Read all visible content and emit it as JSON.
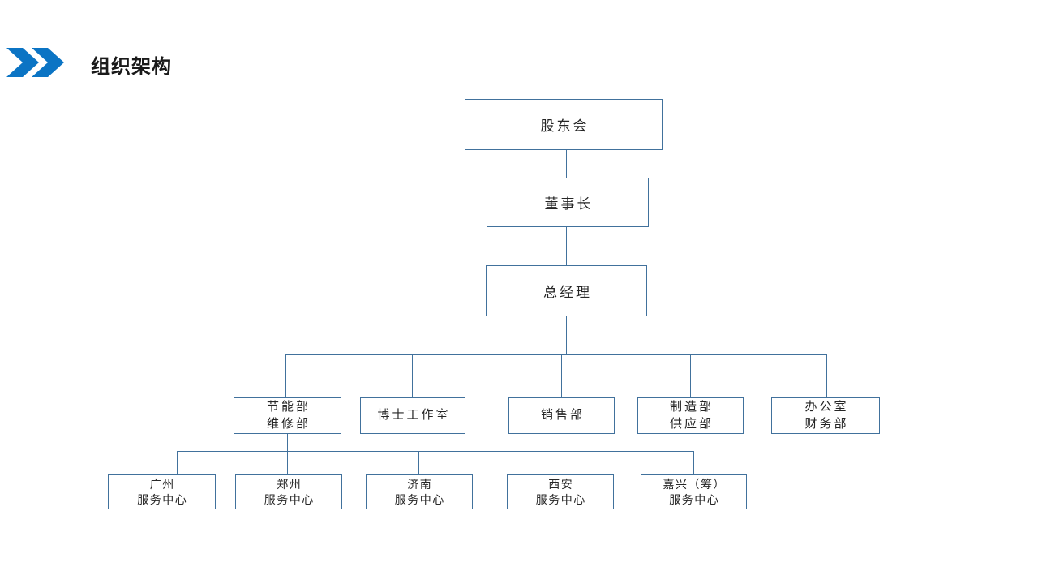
{
  "header": {
    "title": "组织架构",
    "chevron_icon": "double-chevron-right-icon",
    "accent_color": "#0B74C4"
  },
  "theme": {
    "box_border_color": "#41719C",
    "connector_color": "#41719C",
    "background": "#ffffff",
    "text_color": "#262626"
  },
  "chart_data": {
    "type": "diagram",
    "diagram_kind": "org-chart",
    "title": "组织架构",
    "nodes": [
      {
        "id": "shareholders",
        "label": "股东会",
        "lines": [
          "股东会"
        ],
        "level": 1
      },
      {
        "id": "chairman",
        "label": "董事长",
        "lines": [
          "董事长"
        ],
        "level": 2
      },
      {
        "id": "general-manager",
        "label": "总经理",
        "lines": [
          "总经理"
        ],
        "level": 3
      },
      {
        "id": "dept-energy",
        "label": "节能部 维修部",
        "lines": [
          "节能部",
          "维修部"
        ],
        "level": 4
      },
      {
        "id": "dept-doctor-studio",
        "label": "博士工作室",
        "lines": [
          "博士工作室"
        ],
        "level": 4
      },
      {
        "id": "dept-sales",
        "label": "销售部",
        "lines": [
          "销售部"
        ],
        "level": 4
      },
      {
        "id": "dept-manufacturing",
        "label": "制造部 供应部",
        "lines": [
          "制造部",
          "供应部"
        ],
        "level": 4
      },
      {
        "id": "dept-office",
        "label": "办公室 财务部",
        "lines": [
          "办公室",
          "财务部"
        ],
        "level": 4
      },
      {
        "id": "svc-guangzhou",
        "label": "广州服务中心",
        "lines": [
          "广州",
          "服务中心"
        ],
        "level": 5
      },
      {
        "id": "svc-zhengzhou",
        "label": "郑州服务中心",
        "lines": [
          "郑州",
          "服务中心"
        ],
        "level": 5
      },
      {
        "id": "svc-jinan",
        "label": "济南服务中心",
        "lines": [
          "济南",
          "服务中心"
        ],
        "level": 5
      },
      {
        "id": "svc-xian",
        "label": "西安服务中心",
        "lines": [
          "西安",
          "服务中心"
        ],
        "level": 5
      },
      {
        "id": "svc-jiaxing",
        "label": "嘉兴（筹）服务中心",
        "lines": [
          "嘉兴（筹）",
          "服务中心"
        ],
        "level": 5
      }
    ],
    "edges": [
      {
        "from": "shareholders",
        "to": "chairman"
      },
      {
        "from": "chairman",
        "to": "general-manager"
      },
      {
        "from": "general-manager",
        "to": "dept-energy"
      },
      {
        "from": "general-manager",
        "to": "dept-doctor-studio"
      },
      {
        "from": "general-manager",
        "to": "dept-sales"
      },
      {
        "from": "general-manager",
        "to": "dept-manufacturing"
      },
      {
        "from": "general-manager",
        "to": "dept-office"
      },
      {
        "from": "dept-energy",
        "to": "svc-guangzhou"
      },
      {
        "from": "dept-energy",
        "to": "svc-zhengzhou"
      },
      {
        "from": "dept-energy",
        "to": "svc-jinan"
      },
      {
        "from": "dept-energy",
        "to": "svc-xian"
      },
      {
        "from": "dept-energy",
        "to": "svc-jiaxing"
      }
    ]
  }
}
